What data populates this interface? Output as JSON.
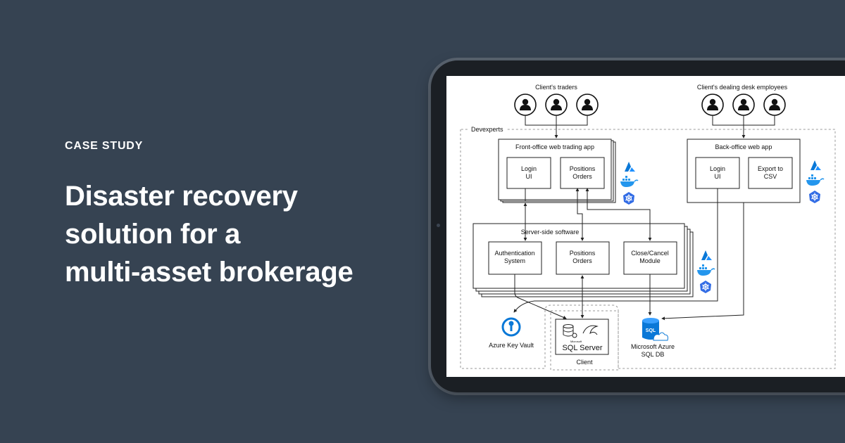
{
  "eyebrow": "CASE STUDY",
  "headline": {
    "line1": "Disaster recovery",
    "line2": "solution for a",
    "line3": "multi-asset brokerage"
  },
  "diagram": {
    "client_traders": "Client's traders",
    "dealing_desk": "Client's dealing desk employees",
    "devexperts": "Devexperts",
    "front_office": {
      "title": "Front-office web trading app",
      "login": [
        "Login",
        "UI"
      ],
      "positions": [
        "Positions",
        "Orders"
      ]
    },
    "back_office": {
      "title": "Back-office web app",
      "login": [
        "Login",
        "UI"
      ],
      "export": [
        "Export to",
        "CSV"
      ]
    },
    "server_side": {
      "title": "Server-side software",
      "auth": [
        "Authentication",
        "System"
      ],
      "positions": [
        "Positions",
        "Orders"
      ],
      "close_cancel": [
        "Close/Cancel",
        "Module"
      ]
    },
    "key_vault": "Azure Key Vault",
    "client": "Client",
    "sql_server": {
      "small": "Microsoft",
      "big": "SQL Server"
    },
    "azure_sql": [
      "Microsoft Azure",
      "SQL DB"
    ],
    "sql_badge": "SQL"
  },
  "colors": {
    "background": "#364352",
    "azure_blue": "#0a78d7",
    "docker_blue": "#2496ed",
    "k8s_blue": "#326ce5"
  }
}
